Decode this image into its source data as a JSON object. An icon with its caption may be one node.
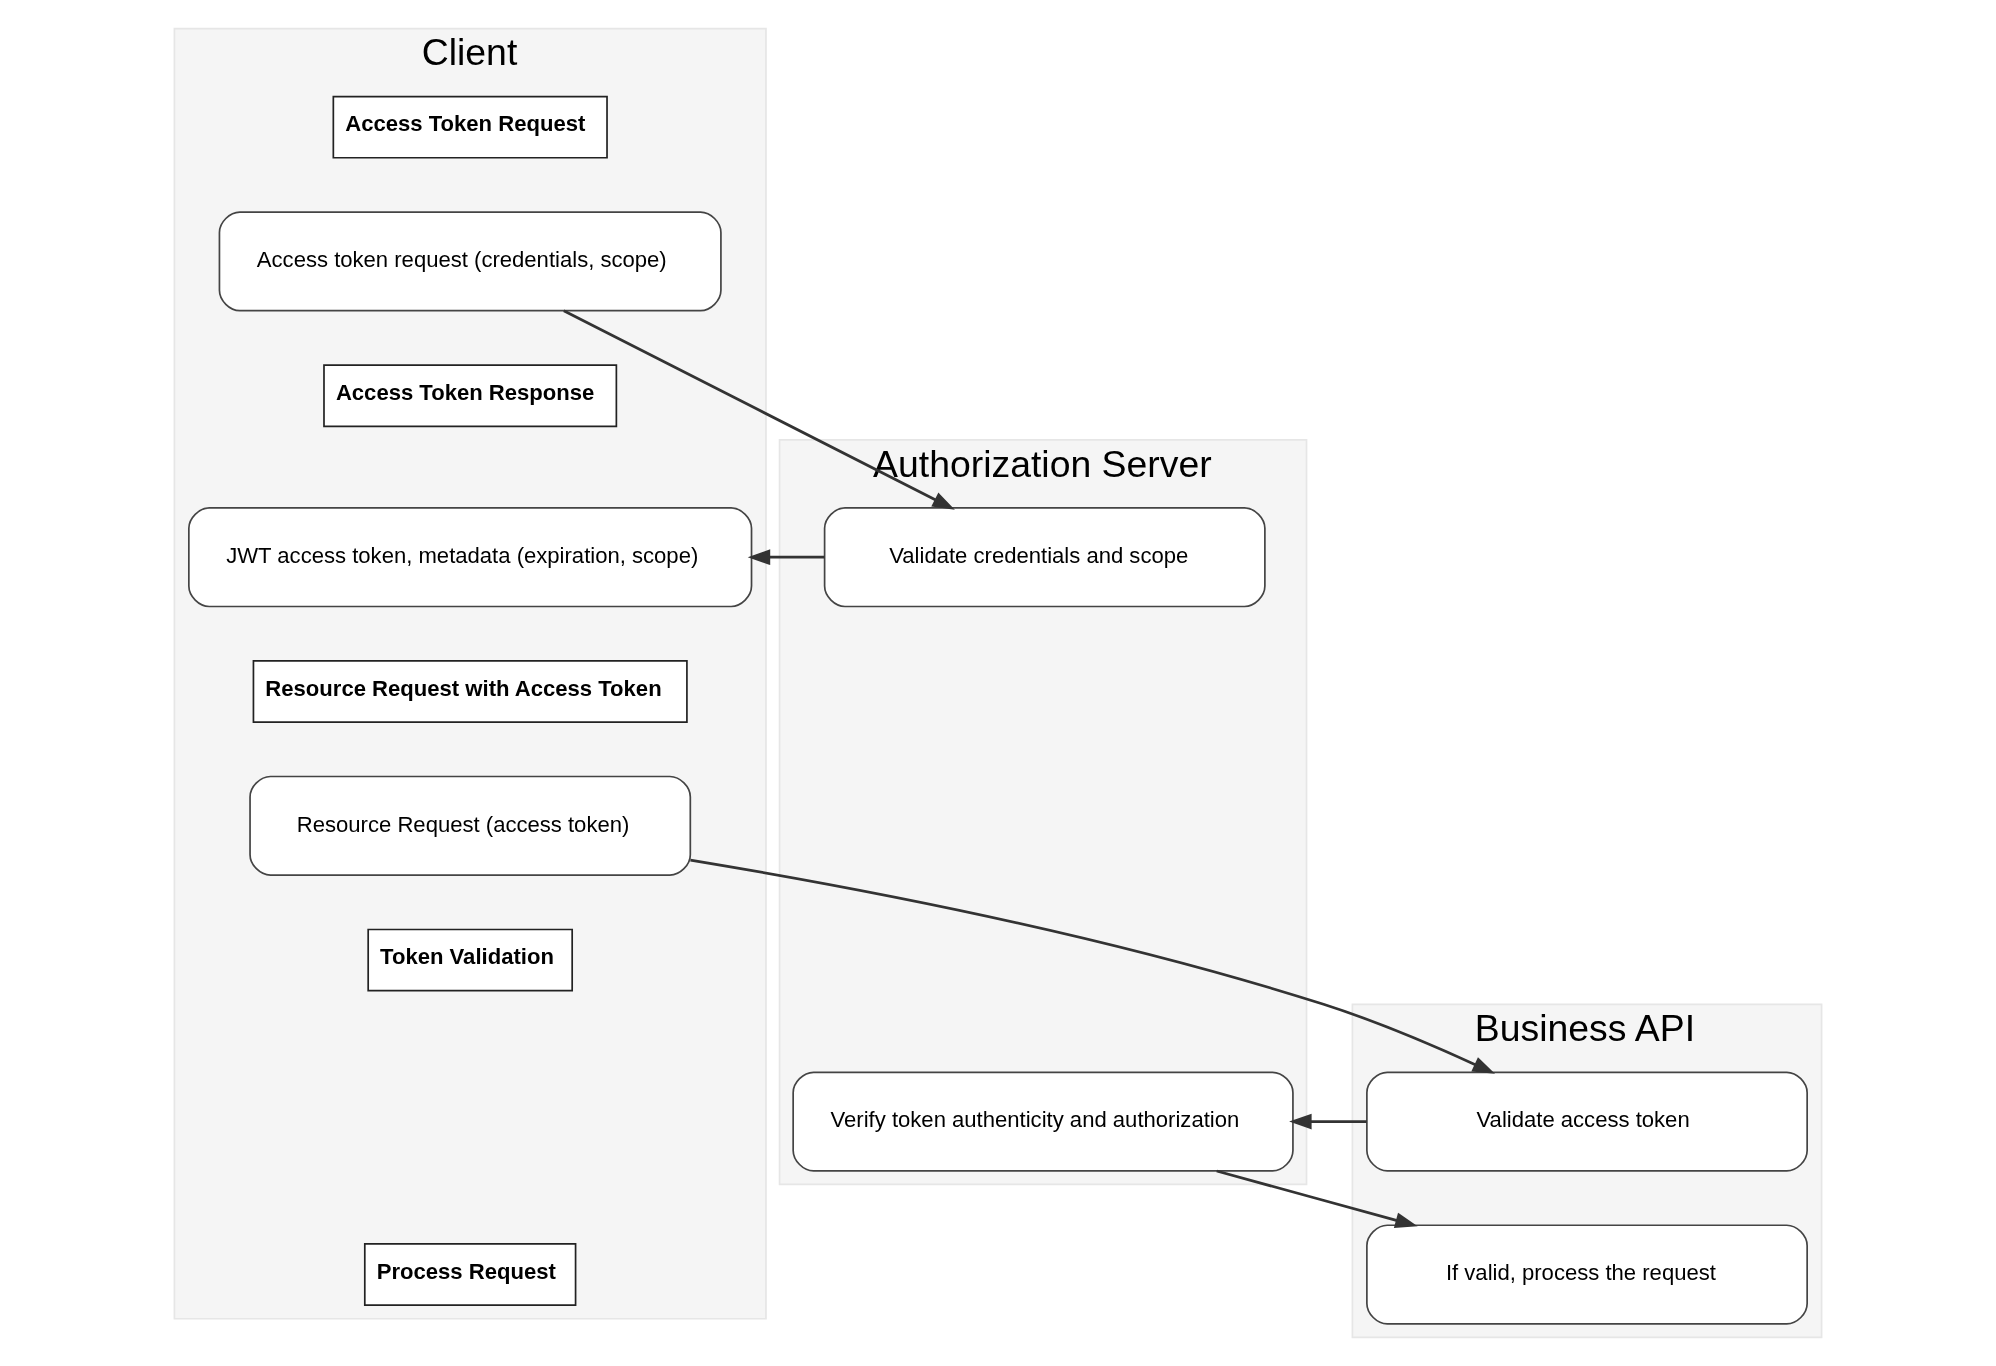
{
  "diagram": {
    "nodes": [
      {
        "text": [
          "Client"
        ]
      },
      {
        "text": [
          "Access Token Request"
        ],
        "in": 0
      },
      {
        "text": [
          "Access token request (credentials, scope)"
        ],
        "in": 0
      },
      {
        "text": [
          "Access Token Response"
        ],
        "in": 0
      },
      {
        "text": [
          "JWT access token, metadata (expiration, scope)"
        ],
        "in": 0
      },
      {
        "text": [
          "Resource Request with Access Token"
        ],
        "in": 0
      },
      {
        "text": [
          "Resource Request (access token)"
        ],
        "in": 0
      },
      {
        "text": [
          "Token Validation"
        ],
        "in": 0
      },
      {
        "text": [
          "Process Request"
        ],
        "in": 0
      },
      {
        "text": [
          "Authorization Server"
        ]
      },
      {
        "text": [
          "Validate credentials and scope"
        ],
        "in": 9
      },
      {
        "text": [
          "Verify token authenticity and authorization"
        ],
        "in": 9
      },
      {
        "text": [
          "Business API"
        ]
      },
      {
        "text": [
          "Validate access token"
        ],
        "in": 12
      },
      {
        "text": [
          "If valid, process the request"
        ],
        "in": 12
      }
    ],
    "edges": [
      {
        "from": 2,
        "to": 10,
        "arrow": "to"
      },
      {
        "from": 10,
        "to": 4,
        "arrow": "to"
      },
      {
        "from": 6,
        "to": 13,
        "arrow": "to"
      },
      {
        "from": 13,
        "to": 11,
        "arrow": "to"
      },
      {
        "from": 11,
        "to": 14,
        "arrow": "to"
      }
    ]
  }
}
